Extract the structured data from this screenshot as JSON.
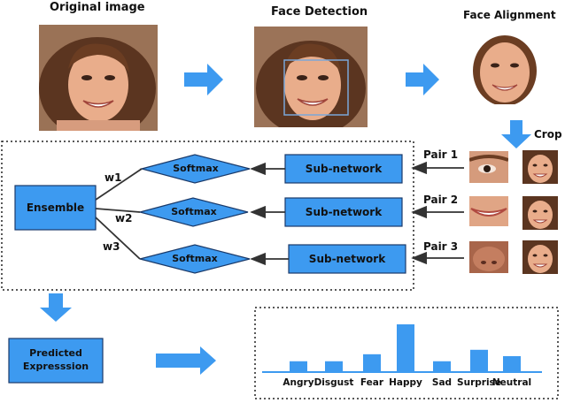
{
  "titles": {
    "original": "Original image",
    "detection": "Face Detection",
    "alignment": "Face Alignment",
    "crop": "Crop"
  },
  "pairs": [
    "Pair 1",
    "Pair 2",
    "Pair 3"
  ],
  "subnetwork_label": "Sub-network",
  "softmax_label": "Softmax",
  "ensemble_label": "Ensemble",
  "weights": [
    "w1",
    "w2",
    "w3"
  ],
  "output": {
    "line1": "Predicted",
    "line2": "Expresssion"
  },
  "chart_data": {
    "type": "bar",
    "categories": [
      "Angry",
      "Disgust",
      "Fear",
      "Happy",
      "Sad",
      "Surprise",
      "Neutral"
    ],
    "values": [
      0.17,
      0.17,
      0.28,
      0.75,
      0.17,
      0.35,
      0.25
    ],
    "ylim": [
      0,
      1
    ],
    "colors": {
      "bar": "#3d9af0",
      "axis": "#3d9af0"
    }
  },
  "colors": {
    "accent": "#3d9af0",
    "box": "#3d9af0",
    "border": "#1a3a6a"
  }
}
